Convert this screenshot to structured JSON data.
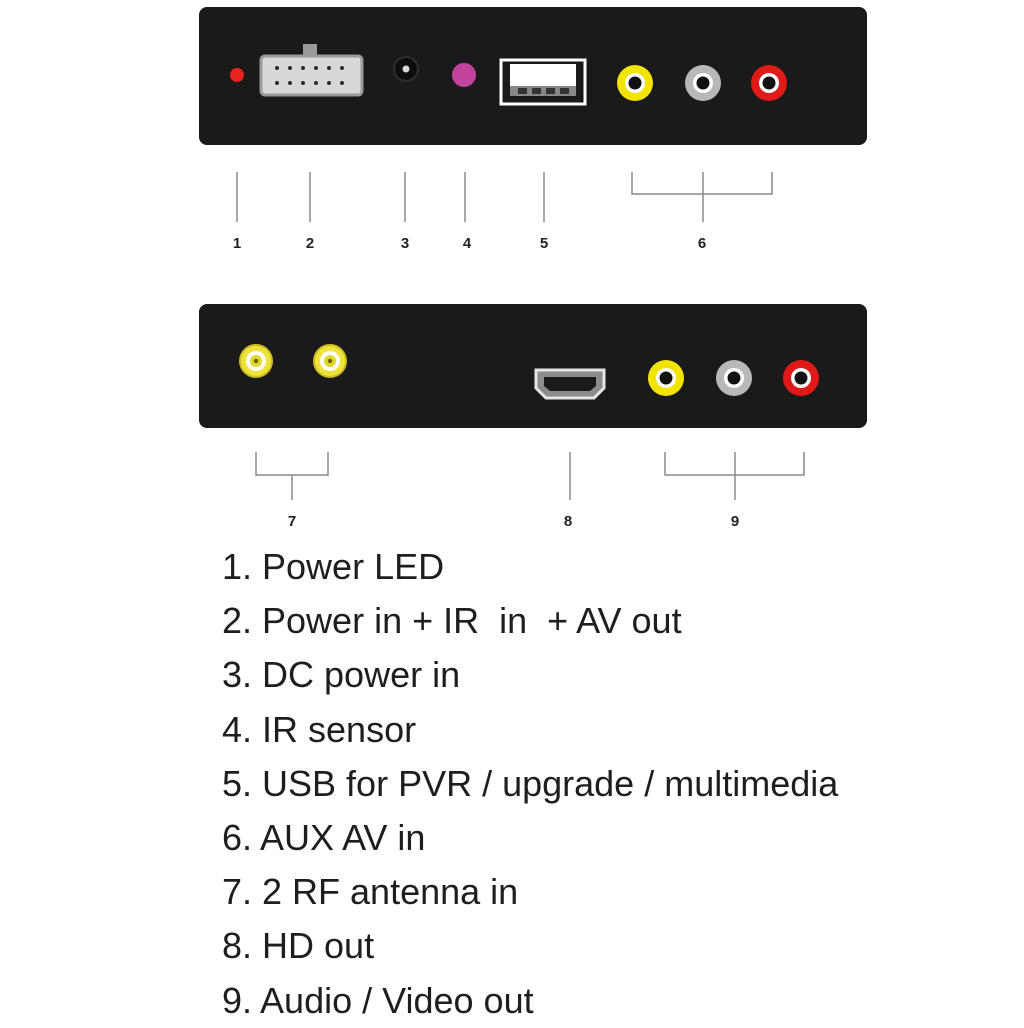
{
  "colors": {
    "panel": "#1a1a1a",
    "led": "#e8231f",
    "ir_sensor": "#c2449a",
    "rca_yellow": "#f2e300",
    "rca_white": "#b8b8b8",
    "rca_red": "#e01919",
    "rf_gold": "#efe23a",
    "leader": "#8a8a8a"
  },
  "callouts": {
    "c1": "1",
    "c2": "2",
    "c3": "3",
    "c4": "4",
    "c5": "5",
    "c6": "6",
    "c7": "7",
    "c8": "8",
    "c9": "9"
  },
  "legend": [
    "1. Power LED",
    "2. Power in + IR  in  + AV out",
    "3. DC power in",
    "4. IR sensor",
    "5. USB for PVR / upgrade / multimedia",
    "6. AUX AV in",
    "7. 2 RF antenna in",
    "8. HD out",
    "9. Audio / Video out"
  ]
}
